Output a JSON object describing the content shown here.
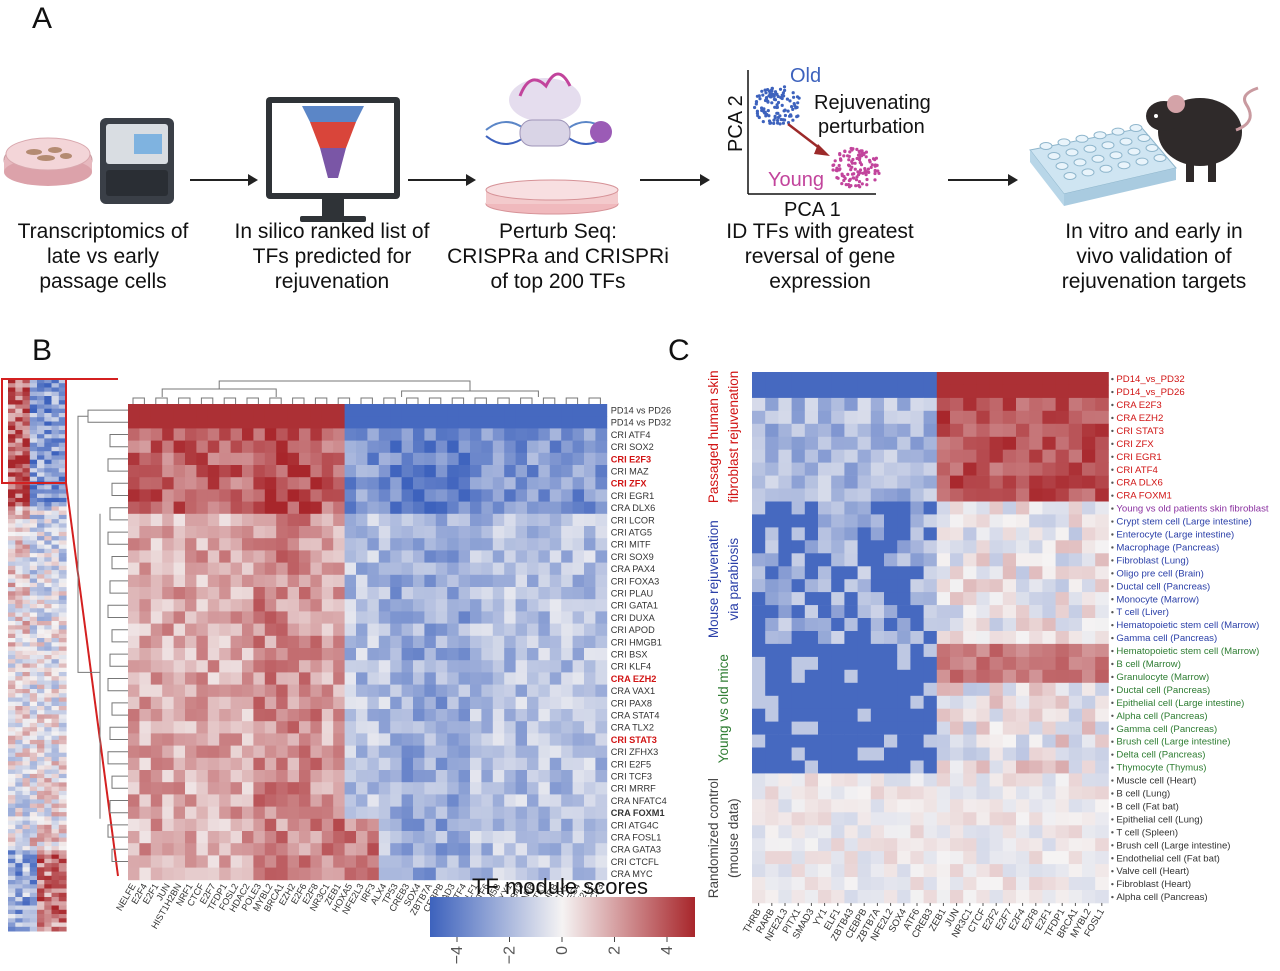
{
  "panel_labels": {
    "a": "A",
    "b": "B",
    "c": "C"
  },
  "workflow": {
    "steps": [
      {
        "caption": [
          "Transcriptomics of",
          "late vs early",
          "passage cells"
        ]
      },
      {
        "caption": [
          "In silico ranked list of",
          "TFs predicted for",
          "rejuvenation"
        ]
      },
      {
        "caption": [
          "Perturb Seq:",
          "CRISPRa and CRISPRi",
          "of top 200 TFs"
        ]
      },
      {
        "caption": [
          "ID TFs with greatest",
          "reversal of gene",
          "expression"
        ]
      },
      {
        "caption": [
          "In vitro and early in",
          "vivo validation of",
          "rejuvenation targets"
        ]
      }
    ],
    "pca": {
      "old": "Old",
      "young": "Young",
      "arrow_label": [
        "Rejuvenating",
        "perturbation"
      ],
      "x_axis": "PCA 1",
      "y_axis": "PCA 2"
    }
  },
  "colors": {
    "blue": "#3d62bd",
    "red": "#a8262b",
    "white": "#f5f3f3",
    "pink": "#c2449c",
    "green": "#2e7d32",
    "label_red": "#d11414",
    "label_blue": "#2a3fa8"
  },
  "panelB": {
    "rows": [
      {
        "label": "PD14 vs PD26",
        "highlight": false
      },
      {
        "label": "PD14 vs PD32",
        "highlight": false
      },
      {
        "label": "CRI ATF4",
        "highlight": false
      },
      {
        "label": "CRI SOX2",
        "highlight": false
      },
      {
        "label": "CRI E2F3",
        "highlight": true
      },
      {
        "label": "CRI MAZ",
        "highlight": false
      },
      {
        "label": "CRI ZFX",
        "highlight": true
      },
      {
        "label": "CRI EGR1",
        "highlight": false
      },
      {
        "label": "CRA DLX6",
        "highlight": false
      },
      {
        "label": "CRI LCOR",
        "highlight": false
      },
      {
        "label": "CRI ATG5",
        "highlight": false
      },
      {
        "label": "CRI MITF",
        "highlight": false
      },
      {
        "label": "CRI SOX9",
        "highlight": false
      },
      {
        "label": "CRA PAX4",
        "highlight": false
      },
      {
        "label": "CRI FOXA3",
        "highlight": false
      },
      {
        "label": "CRI PLAU",
        "highlight": false
      },
      {
        "label": "CRI GATA1",
        "highlight": false
      },
      {
        "label": "CRI DUXA",
        "highlight": false
      },
      {
        "label": "CRI APOD",
        "highlight": false
      },
      {
        "label": "CRI HMGB1",
        "highlight": false
      },
      {
        "label": "CRI BSX",
        "highlight": false
      },
      {
        "label": "CRI KLF4",
        "highlight": false
      },
      {
        "label": "CRA EZH2",
        "highlight": true
      },
      {
        "label": "CRA VAX1",
        "highlight": false
      },
      {
        "label": "CRI PAX8",
        "highlight": false
      },
      {
        "label": "CRA STAT4",
        "highlight": false
      },
      {
        "label": "CRA TLX2",
        "highlight": false
      },
      {
        "label": "CRI STAT3",
        "highlight": true
      },
      {
        "label": "CRI ZFHX3",
        "highlight": false
      },
      {
        "label": "CRI E2F5",
        "highlight": false
      },
      {
        "label": "CRI TCF3",
        "highlight": false
      },
      {
        "label": "CRI MRRF",
        "highlight": false
      },
      {
        "label": "CRA NFATC4",
        "highlight": false
      },
      {
        "label": "CRA FOXM1",
        "highlight": false,
        "bold": true
      },
      {
        "label": "CRI ATG4C",
        "highlight": false
      },
      {
        "label": "CRA FOSL1",
        "highlight": false
      },
      {
        "label": "CRA GATA3",
        "highlight": false
      },
      {
        "label": "CRI CTCFL",
        "highlight": false
      },
      {
        "label": "CRA MYC",
        "highlight": false
      }
    ],
    "cols": [
      "NELFE",
      "E2F4",
      "E2F1",
      "JUN",
      "HIST1H2BN",
      "NRF1",
      "CTCF",
      "E2F7",
      "TFDP1",
      "FOSL2",
      "HDAC2",
      "POLE3",
      "MYBL2",
      "BRCA1",
      "EZH2",
      "E2F6",
      "E2F8",
      "NR3C1",
      "ZEB1",
      "HOXA5",
      "NFE2L3",
      "IRF3",
      "ALX4",
      "TP53",
      "CREB3",
      "SOX4",
      "ZBTB7A",
      "CEBPB",
      "SMAD3",
      "ATF4",
      "ELF1",
      "ATF6",
      "KDM5B",
      "YY1",
      "ZBTB43",
      "RARB",
      "PITX1",
      "THRB",
      "SIX5",
      "HES4",
      "NFE2L2",
      "TCF3"
    ],
    "legend_title": "TF module scores",
    "legend_ticks": [
      "−4",
      "−2",
      "0",
      "2",
      "4"
    ]
  },
  "panelC": {
    "groups": [
      {
        "label": [
          "Passaged human skin",
          "fibroblast rejuvenation"
        ],
        "color_key": "label_red"
      },
      {
        "label": [
          "Mouse rejuvenation",
          "via parabiosis"
        ],
        "color_key": "label_blue"
      },
      {
        "label": [
          "Young vs old mice"
        ],
        "color_key": "green"
      },
      {
        "label": [
          "Randomized control",
          "(mouse data)"
        ],
        "color_key": "dark"
      }
    ],
    "rows": [
      {
        "label": "PD14_vs_PD32",
        "group": 0
      },
      {
        "label": "PD14_vs_PD26",
        "group": 0
      },
      {
        "label": "CRA E2F3",
        "group": 0
      },
      {
        "label": "CRA EZH2",
        "group": 0
      },
      {
        "label": "CRI STAT3",
        "group": 0
      },
      {
        "label": "CRI ZFX",
        "group": 0
      },
      {
        "label": "CRI EGR1",
        "group": 0
      },
      {
        "label": "CRI ATF4",
        "group": 0
      },
      {
        "label": "CRA DLX6",
        "group": 0
      },
      {
        "label": "CRA FOXM1",
        "group": 0
      },
      {
        "label": "Young vs old patients skin fibroblast",
        "group": "pink"
      },
      {
        "label": "Crypt stem cell (Large intestine)",
        "group": 1
      },
      {
        "label": "Enterocyte (Large intestine)",
        "group": 1
      },
      {
        "label": "Macrophage (Pancreas)",
        "group": 1
      },
      {
        "label": "Fibroblast (Lung)",
        "group": 1
      },
      {
        "label": "Oligo pre cell (Brain)",
        "group": 1
      },
      {
        "label": "Ductal cell (Pancreas)",
        "group": 1
      },
      {
        "label": "Monocyte (Marrow)",
        "group": 1
      },
      {
        "label": "T cell (Liver)",
        "group": 1
      },
      {
        "label": "Hematopoietic stem cell (Marrow)",
        "group": 1
      },
      {
        "label": "Gamma cell (Pancreas)",
        "group": 1
      },
      {
        "label": "Hematopoietic stem cell (Marrow)",
        "group": 2
      },
      {
        "label": "B cell (Marrow)",
        "group": 2
      },
      {
        "label": "Granulocyte (Marrow)",
        "group": 2
      },
      {
        "label": "Ductal cell (Pancreas)",
        "group": 2
      },
      {
        "label": "Epithelial cell (Large intestine)",
        "group": 2
      },
      {
        "label": "Alpha cell (Pancreas)",
        "group": 2
      },
      {
        "label": "Gamma cell (Pancreas)",
        "group": 2
      },
      {
        "label": "Brush cell (Large intestine)",
        "group": 2
      },
      {
        "label": "Delta cell (Pancreas)",
        "group": 2
      },
      {
        "label": "Thymocyte (Thymus)",
        "group": 2
      },
      {
        "label": "Muscle cell (Heart)",
        "group": 3
      },
      {
        "label": "B cell (Lung)",
        "group": 3
      },
      {
        "label": "B cell (Fat bat)",
        "group": 3
      },
      {
        "label": "Epithelial cell (Lung)",
        "group": 3
      },
      {
        "label": "T cell (Spleen)",
        "group": 3
      },
      {
        "label": "Brush cell (Large intestine)",
        "group": 3
      },
      {
        "label": "Endothelial cell (Fat bat)",
        "group": 3
      },
      {
        "label": "Valve cell (Heart)",
        "group": 3
      },
      {
        "label": "Fibroblast (Heart)",
        "group": 3
      },
      {
        "label": "Alpha cell (Pancreas)",
        "group": 3
      }
    ],
    "cols": [
      "THRB",
      "RARB",
      "NFE2L3",
      "PITX1",
      "SMAD3",
      "YY1",
      "ELF1",
      "ZBTB43",
      "CEBPB",
      "ZBTB7A",
      "NFE2L2",
      "SOX4",
      "ATF6",
      "CREB3",
      "ZEB1",
      "JUN",
      "NR3C1",
      "CTCF",
      "E2F2",
      "E2F7",
      "E2F4",
      "E2F8",
      "E2F1",
      "TFDP1",
      "BRCA1",
      "MYBL2",
      "FOSL1"
    ]
  }
}
